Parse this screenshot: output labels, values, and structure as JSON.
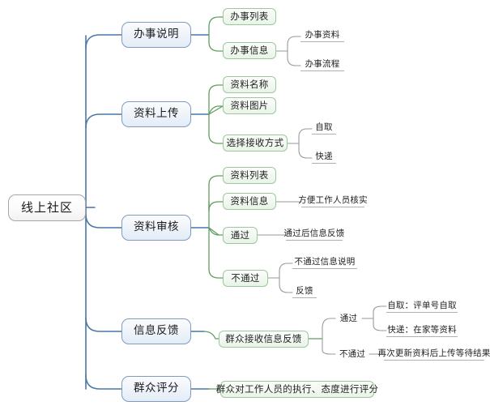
{
  "diagram": {
    "title": "线上社区",
    "type": "mind-map",
    "colors": {
      "root_border": "#a6a6a6",
      "root_fill": "#f7f7f7",
      "level1_border": "#7d9cc0",
      "level1_fill": "#e9f0f9",
      "level1_line": "#4a76a8",
      "level2_border": "#9ec79e",
      "level2_fill": "#eef7ec",
      "level2_line": "#5f9e5f",
      "leaf_line": "#9a9a9a",
      "text": "#222222",
      "background": "#ffffff"
    }
  },
  "root": {
    "label": "线上社区"
  },
  "branches": [
    {
      "label": "办事说明",
      "children": [
        {
          "label": "办事列表",
          "children": []
        },
        {
          "label": "办事信息",
          "children": [
            {
              "label": "办事资料"
            },
            {
              "label": "办事流程"
            }
          ]
        }
      ]
    },
    {
      "label": "资料上传",
      "children": [
        {
          "label": "资料名称",
          "children": []
        },
        {
          "label": "资料图片",
          "children": []
        },
        {
          "label": "选择接收方式",
          "children": [
            {
              "label": "自取"
            },
            {
              "label": "快递"
            }
          ]
        }
      ]
    },
    {
      "label": "资料审核",
      "children": [
        {
          "label": "资料列表",
          "children": []
        },
        {
          "label": "资料信息",
          "children": [
            {
              "label": "方便工作人员核实"
            }
          ]
        },
        {
          "label": "通过",
          "children": [
            {
              "label": "通过后信息反馈"
            }
          ]
        },
        {
          "label": "不通过",
          "children": [
            {
              "label": "不通过信息说明"
            },
            {
              "label": "反馈"
            }
          ]
        }
      ]
    },
    {
      "label": "信息反馈",
      "children": [
        {
          "label": "群众接收信息反馈",
          "children": [
            {
              "label": "通过"
            },
            {
              "label": "不通过"
            }
          ],
          "grandchildren": [
            {
              "label": "自取：评单号自取"
            },
            {
              "label": "快递：在家等资料"
            },
            {
              "label": "再次更新资料后上传等待结果"
            }
          ]
        }
      ]
    },
    {
      "label": "群众评分",
      "children": [
        {
          "label": "群众对工作人员的执行、态度进行评分",
          "children": []
        }
      ]
    }
  ]
}
